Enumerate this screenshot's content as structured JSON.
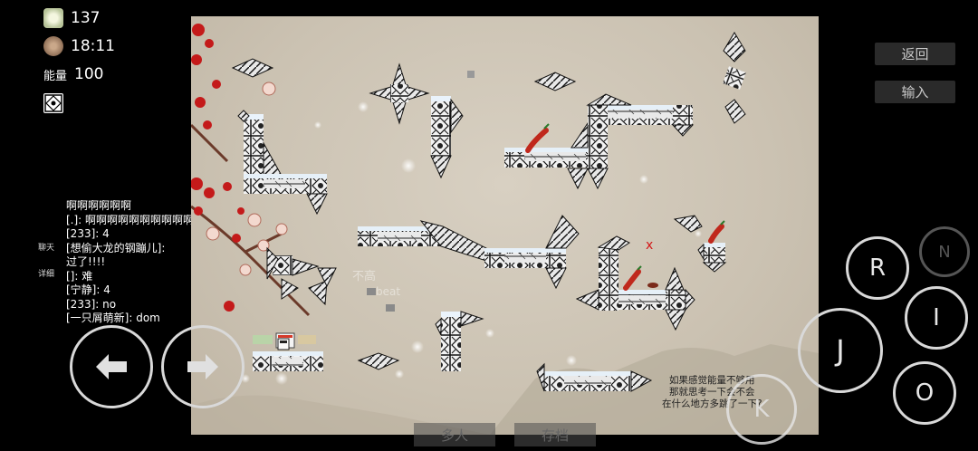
{
  "hud": {
    "coins": "137",
    "time": "18:11",
    "energy_label": "能量",
    "energy_value": "100"
  },
  "buttons": {
    "back": "返回",
    "input": "输入",
    "r": "R",
    "n": "N",
    "i": "I",
    "j": "J",
    "o": "O",
    "k": "K",
    "multiplayer": "多人",
    "save": "存档"
  },
  "side_labels": {
    "chat": "聊天",
    "detail": "详细"
  },
  "chat": [
    "啊啊啊啊啊啊",
    "[.]: 啊啊啊啊啊啊啊啊啊啊啊",
    "[233]: 4",
    "[想偷大龙的钢蹦儿]:",
    "过了!!!!",
    "[]: 难",
    "[宁静]: 4",
    "[233]: no",
    "[一只屑萌新]: dom"
  ],
  "game": {
    "hint": [
      "如果感觉能量不够用",
      "那就思考一下会不会",
      "在什么地方多跳了一下?"
    ],
    "x_marker": "x",
    "ghost_text": "不高",
    "ghost_text2": "beat"
  },
  "colors": {
    "background": "#000000",
    "parchment": "#cbc2b2",
    "plum": "#c41a1a",
    "button_gray": "#2a2a2a"
  }
}
